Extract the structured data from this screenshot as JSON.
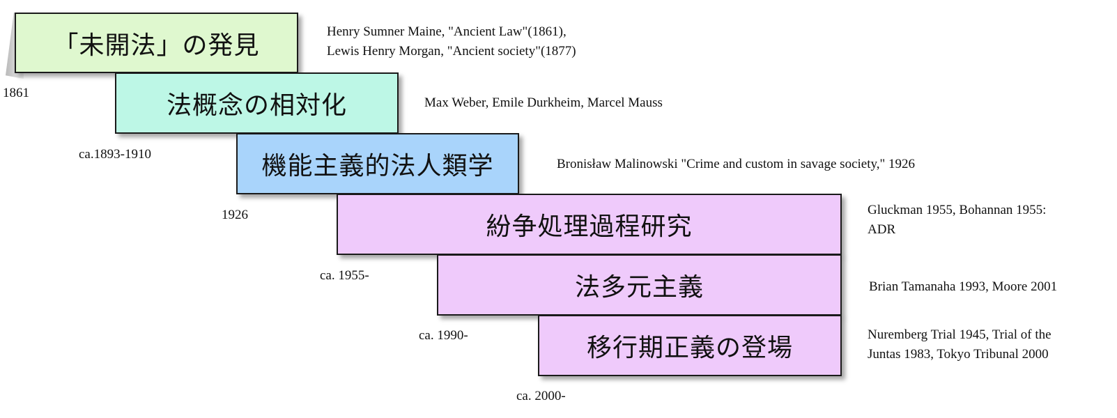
{
  "steps": [
    {
      "title": "「未開法」の発見",
      "color": "#dff8cf",
      "date": "1861",
      "note": [
        "Henry Sumner Maine, \"Ancient Law\"(1861),",
        "Lewis Henry Morgan, \"Ancient society\"(1877)"
      ]
    },
    {
      "title": "法概念の相対化",
      "color": "#bdf7e6",
      "date": "ca.1893-1910",
      "note": [
        "Max Weber, Emile Durkheim, Marcel Mauss"
      ]
    },
    {
      "title": "機能主義的法人類学",
      "color": "#a9d4fb",
      "date": "1926",
      "note": [
        "Bronisław Malinowski \"Crime and custom in savage society,\" 1926"
      ]
    },
    {
      "title": "紛争処理過程研究",
      "color": "#efcafb",
      "date": "ca. 1955-",
      "note": [
        "Gluckman 1955, Bohannan 1955:",
        "ADR"
      ]
    },
    {
      "title": "法多元主義",
      "color": "#efcafb",
      "date": "ca. 1990-",
      "note": [
        "Brian Tamanaha 1993, Moore 2001"
      ]
    },
    {
      "title": "移行期正義の登場",
      "color": "#efcafb",
      "date": "ca. 2000-",
      "note": [
        "Nuremberg Trial 1945, Trial of the",
        "Juntas 1983, Tokyo Tribunal 2000"
      ]
    }
  ]
}
